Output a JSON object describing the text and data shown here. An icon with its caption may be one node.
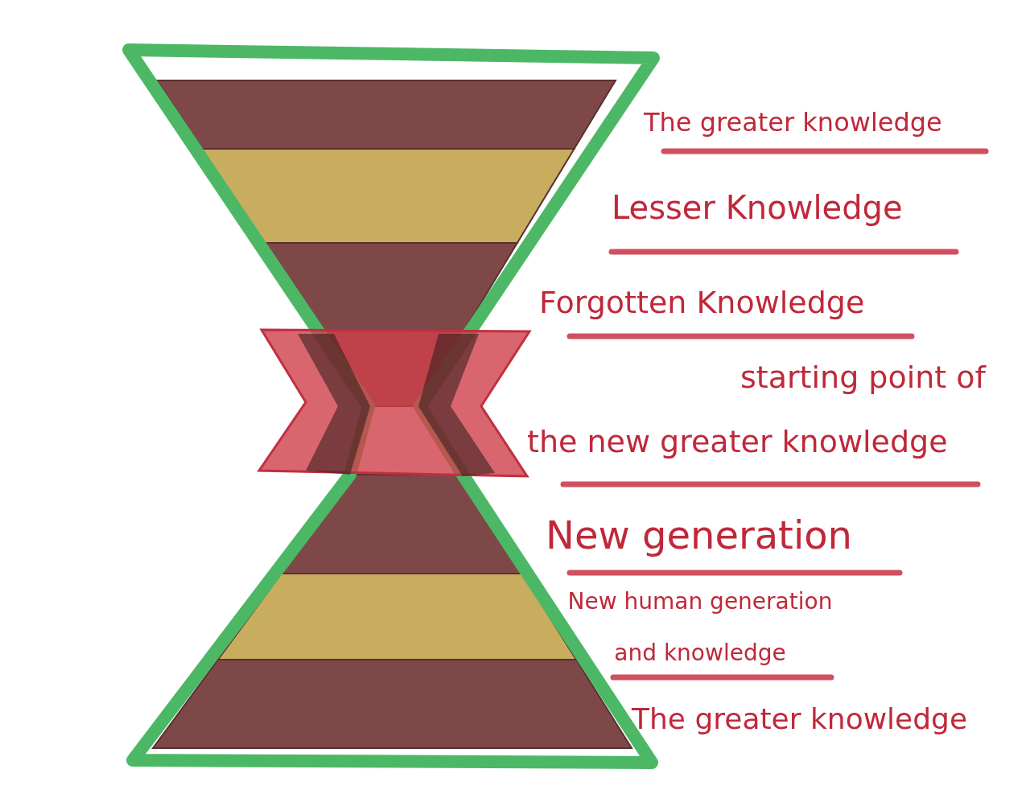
{
  "diagram": {
    "labels": [
      "The greater knowledge",
      "Lesser Knowledge",
      "Forgotten Knowledge",
      "starting point of the new greater knowledge",
      "New generation",
      "New human generation and knowledge",
      "The greater knowledge"
    ]
  }
}
